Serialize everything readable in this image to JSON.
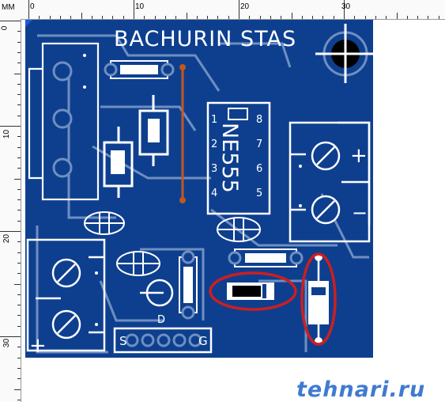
{
  "ruler": {
    "unit": "MM",
    "top_labels": [
      "0",
      "10",
      "20",
      "30"
    ],
    "left_labels": [
      "0",
      "10",
      "20",
      "30"
    ]
  },
  "board": {
    "title": "BACHURIN STAS",
    "chip_label": "NE555",
    "chip_pins": [
      "1",
      "2",
      "3",
      "4",
      "5",
      "6",
      "7",
      "8"
    ],
    "polarity_plus": "+",
    "polarity_minus": "−",
    "connector_plus": "+",
    "connector_minus": "−",
    "diode_letter": "D",
    "bottom_conn_left": "S",
    "bottom_conn_right": "G",
    "colors": {
      "board_fill": "#0e3f8f",
      "trace": "#6f8fc0",
      "silkscreen": "#ffffff",
      "highlight": "#cc1f1f",
      "jumper": "#c0581e"
    }
  },
  "watermark": "tehnari.ru"
}
